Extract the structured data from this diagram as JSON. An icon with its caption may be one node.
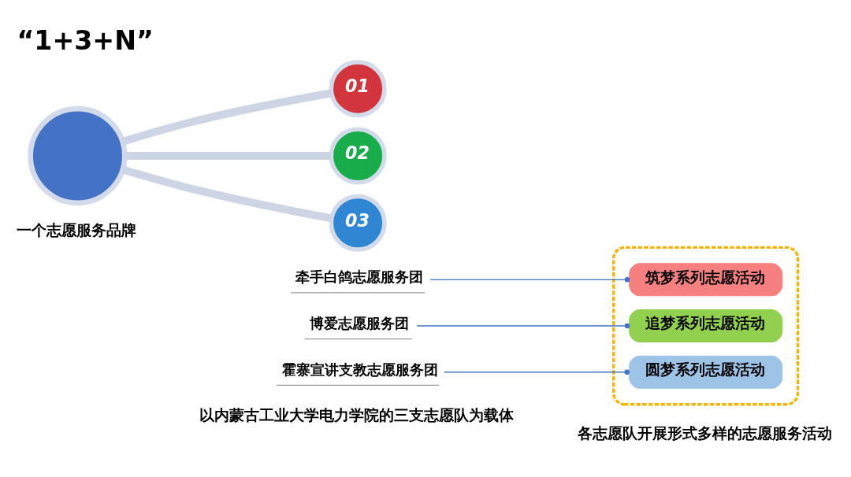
{
  "diagram": {
    "title": "“1+3+N”",
    "nodes": [
      {
        "text": [],
        "shape": "circle"
      },
      {
        "text": [
          "01"
        ]
      },
      {
        "text": [
          "牵手白鸽志愿服务团"
        ]
      },
      {
        "text": [
          "02"
        ]
      },
      {
        "text": [
          "博爱志愿服务团"
        ]
      },
      {
        "text": [
          "03"
        ]
      },
      {
        "text": [
          "霍寨宣讲支教志愿服务团"
        ]
      },
      {
        "text": [],
        "shape": "box"
      },
      {
        "text": [
          "筑梦系列志愿活动"
        ],
        "in": 7
      },
      {
        "text": [
          "追梦系列志愿活动"
        ],
        "in": 7
      },
      {
        "text": [
          "圆梦系列志愿活动"
        ],
        "in": 7
      }
    ],
    "edges": [
      {
        "from": 0,
        "to": 1,
        "arrow": "none",
        "style": "thick",
        "color": "#cdd5e4"
      },
      {
        "from": 0,
        "to": 3,
        "arrow": "none",
        "style": "thick",
        "color": "#cdd5e4"
      },
      {
        "from": 0,
        "to": 5,
        "arrow": "none",
        "style": "thick",
        "color": "#cdd5e4"
      },
      {
        "from": 2,
        "to": 8,
        "arrow": "other",
        "color": "#4472c4"
      },
      {
        "from": 4,
        "to": 9,
        "arrow": "other",
        "color": "#4472c4"
      },
      {
        "from": 6,
        "to": 10,
        "arrow": "other",
        "color": "#4472c4"
      }
    ],
    "labels": [
      "一个志愿服务品牌",
      "以内蒙古工业大学电力学院的三支志愿队为载体",
      "各志愿队开展形式多样的志愿服务活动"
    ]
  }
}
